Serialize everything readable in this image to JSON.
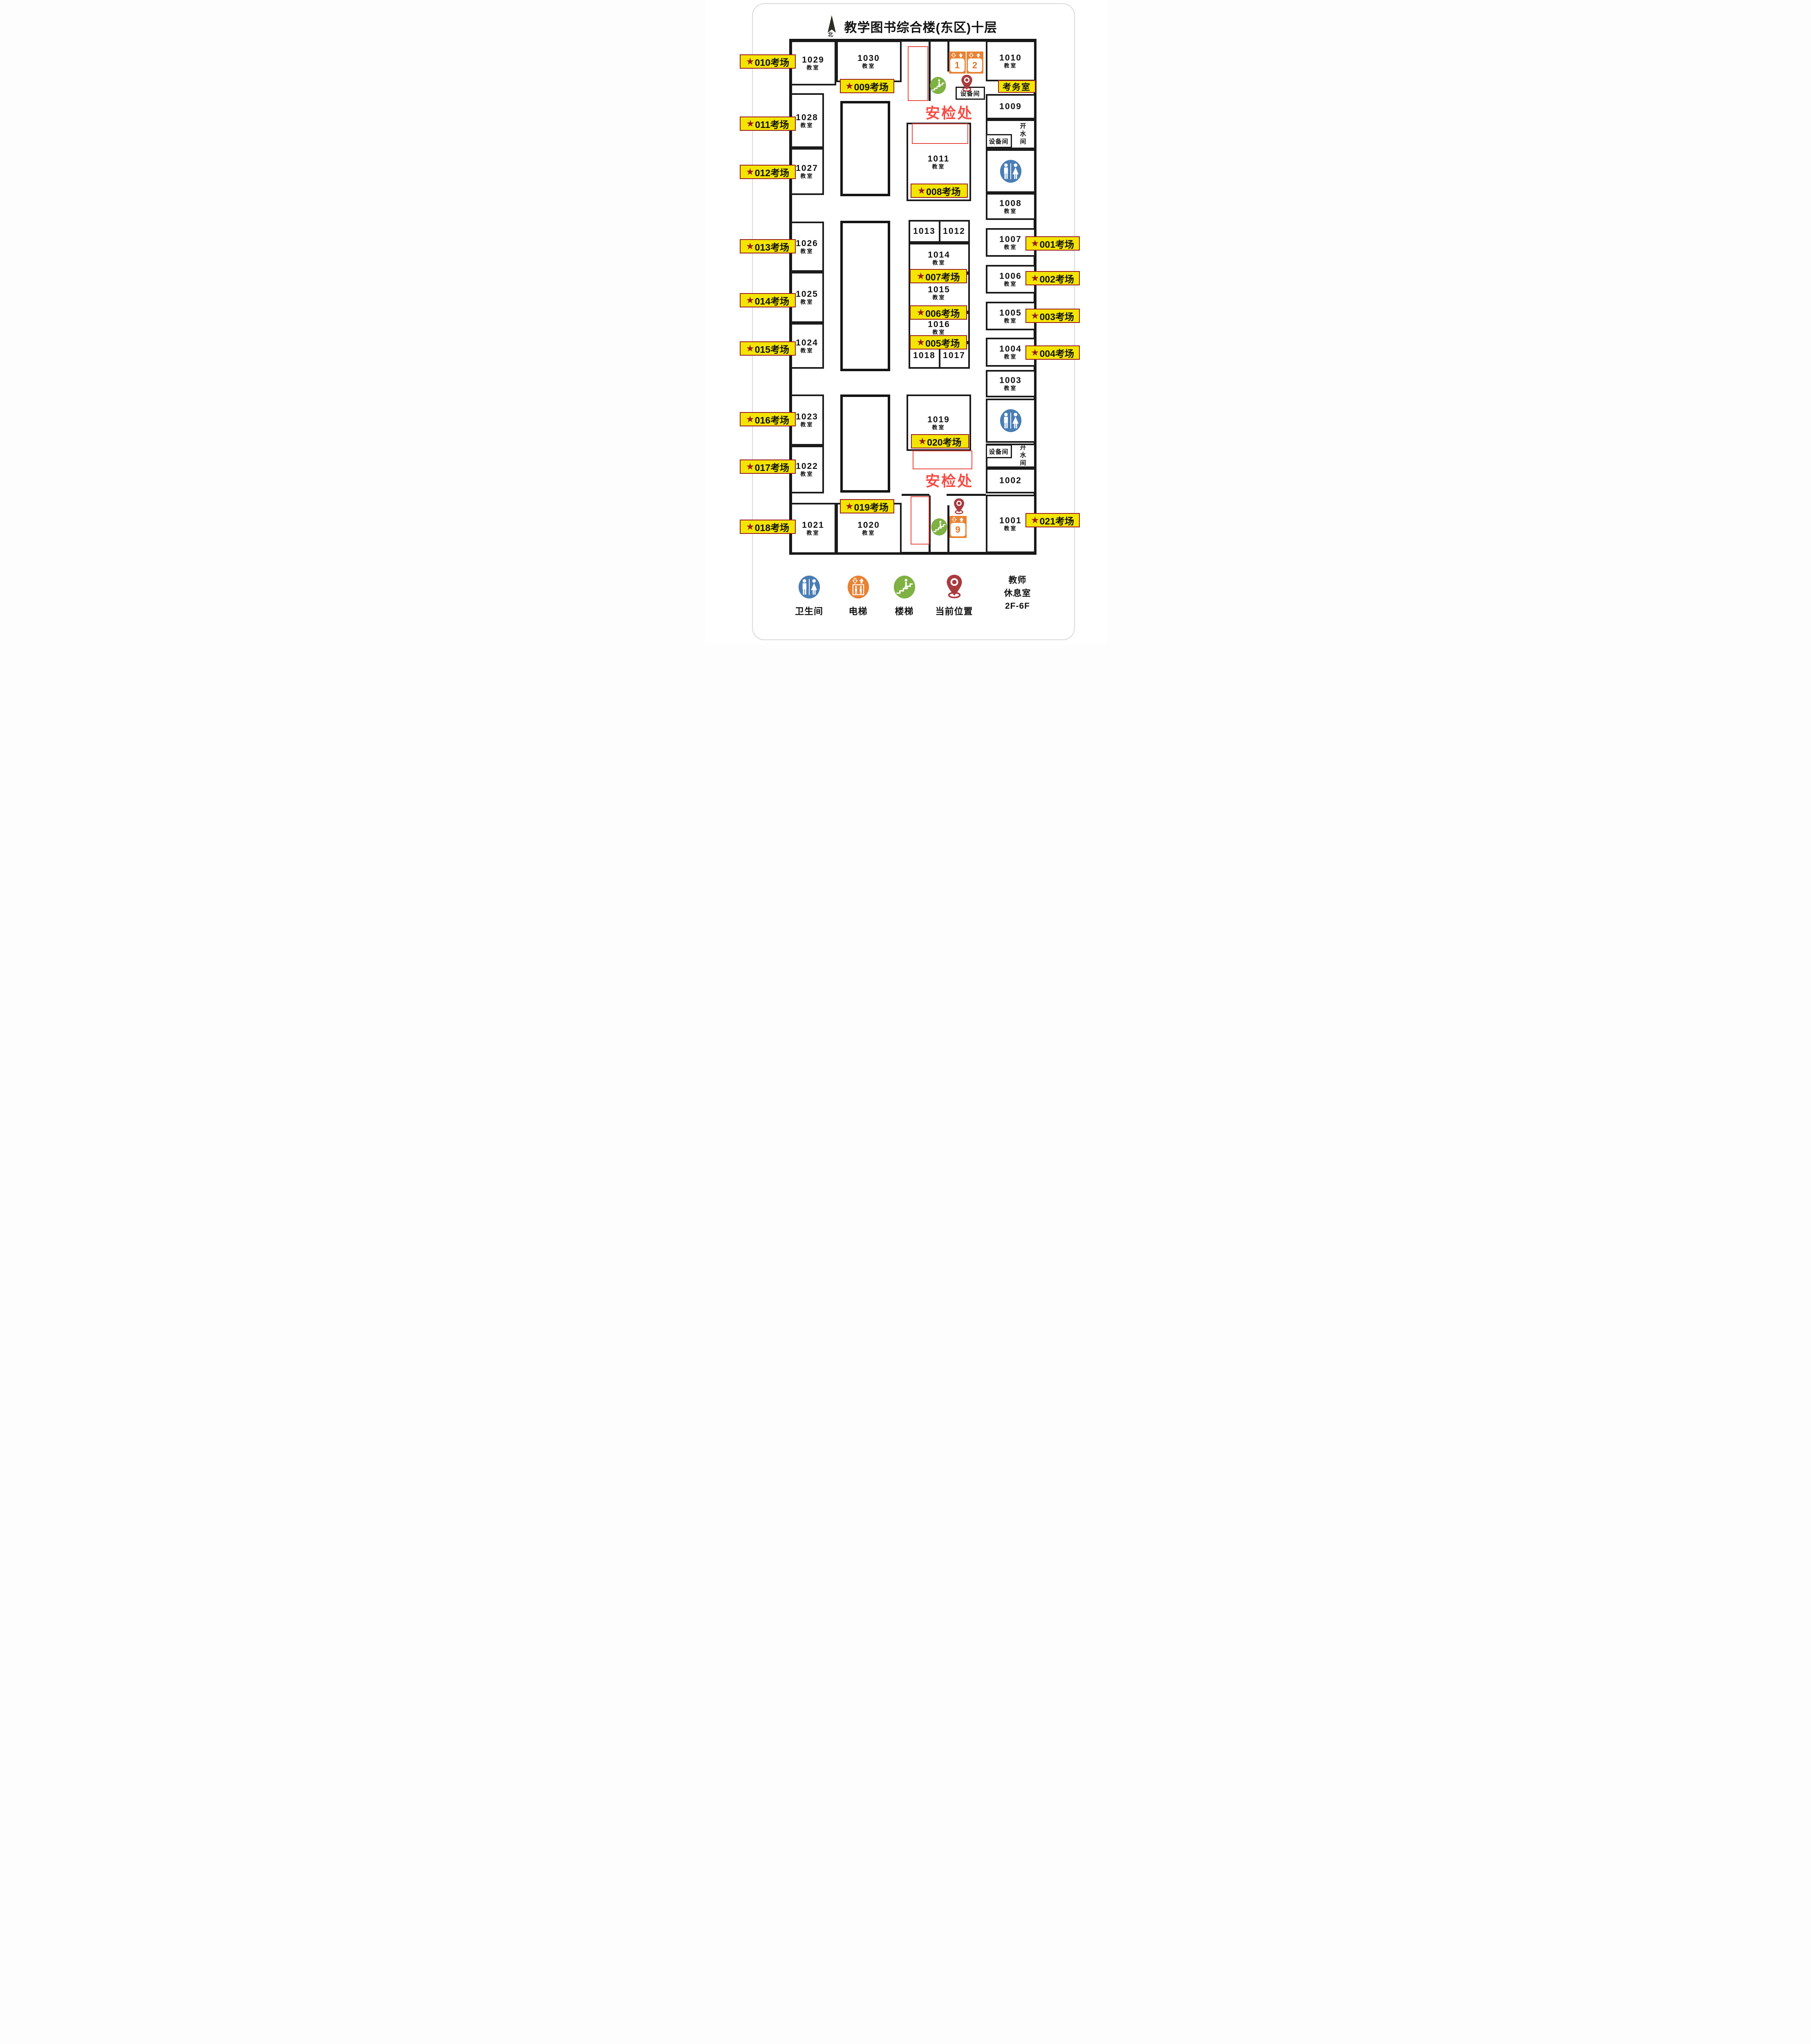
{
  "header": {
    "title": "教学图书综合楼(东区)十层",
    "compass": "北"
  },
  "labels": {
    "security_check": "安检处",
    "exam_office": "考务室",
    "equipment_room": "设备间",
    "water_room": "开水间"
  },
  "glyphs": {
    "star": "★"
  },
  "elevators": {
    "one": "1",
    "two": "2",
    "nine": "9"
  },
  "rooms": {
    "r1001": {
      "num": "1001",
      "sub": "教室"
    },
    "r1002": {
      "num": "1002"
    },
    "r1003": {
      "num": "1003",
      "sub": "教室"
    },
    "r1004": {
      "num": "1004",
      "sub": "教室"
    },
    "r1005": {
      "num": "1005",
      "sub": "教室"
    },
    "r1006": {
      "num": "1006",
      "sub": "教室"
    },
    "r1007": {
      "num": "1007",
      "sub": "教室"
    },
    "r1008": {
      "num": "1008",
      "sub": "教室"
    },
    "r1009": {
      "num": "1009"
    },
    "r1010": {
      "num": "1010",
      "sub": "教室"
    },
    "r1011": {
      "num": "1011",
      "sub": "教室"
    },
    "r1012": {
      "num": "1012"
    },
    "r1013": {
      "num": "1013"
    },
    "r1014": {
      "num": "1014",
      "sub": "教室"
    },
    "r1015": {
      "num": "1015",
      "sub": "教室"
    },
    "r1016": {
      "num": "1016",
      "sub": "教室"
    },
    "r1017": {
      "num": "1017"
    },
    "r1018": {
      "num": "1018"
    },
    "r1019": {
      "num": "1019",
      "sub": "教室"
    },
    "r1020": {
      "num": "1020",
      "sub": "教室"
    },
    "r1021": {
      "num": "1021",
      "sub": "教室"
    },
    "r1022": {
      "num": "1022",
      "sub": "教室"
    },
    "r1023": {
      "num": "1023",
      "sub": "教室"
    },
    "r1024": {
      "num": "1024",
      "sub": "教室"
    },
    "r1025": {
      "num": "1025",
      "sub": "教室"
    },
    "r1026": {
      "num": "1026",
      "sub": "教室"
    },
    "r1027": {
      "num": "1027",
      "sub": "教室"
    },
    "r1028": {
      "num": "1028",
      "sub": "教室"
    },
    "r1029": {
      "num": "1029",
      "sub": "教室"
    },
    "r1030": {
      "num": "1030",
      "sub": "教室"
    }
  },
  "exams": {
    "e001": "001考场",
    "e002": "002考场",
    "e003": "003考场",
    "e004": "004考场",
    "e005": "005考场",
    "e006": "006考场",
    "e007": "007考场",
    "e008": "008考场",
    "e009": "009考场",
    "e010": "010考场",
    "e011": "011考场",
    "e012": "012考场",
    "e013": "013考场",
    "e014": "014考场",
    "e015": "015考场",
    "e016": "016考场",
    "e017": "017考场",
    "e018": "018考场",
    "e019": "019考场",
    "e020": "020考场",
    "e021": "021考场"
  },
  "legend": {
    "toilet": "卫生间",
    "elevator": "电梯",
    "stairs": "楼梯",
    "current_location": "当前位置",
    "lounge_1": "教师",
    "lounge_2": "休息室",
    "lounge_3": "2F-6F"
  },
  "colors": {
    "highlight_yellow": "#f3e501",
    "label_border_red": "#9a1b1e",
    "security_red": "#f84a42",
    "elevator_orange": "#e88234",
    "stairs_green": "#7fb143",
    "toilet_blue": "#4a7db5",
    "pin_red": "#a93b3f",
    "wall_black": "#1b1b1b"
  }
}
